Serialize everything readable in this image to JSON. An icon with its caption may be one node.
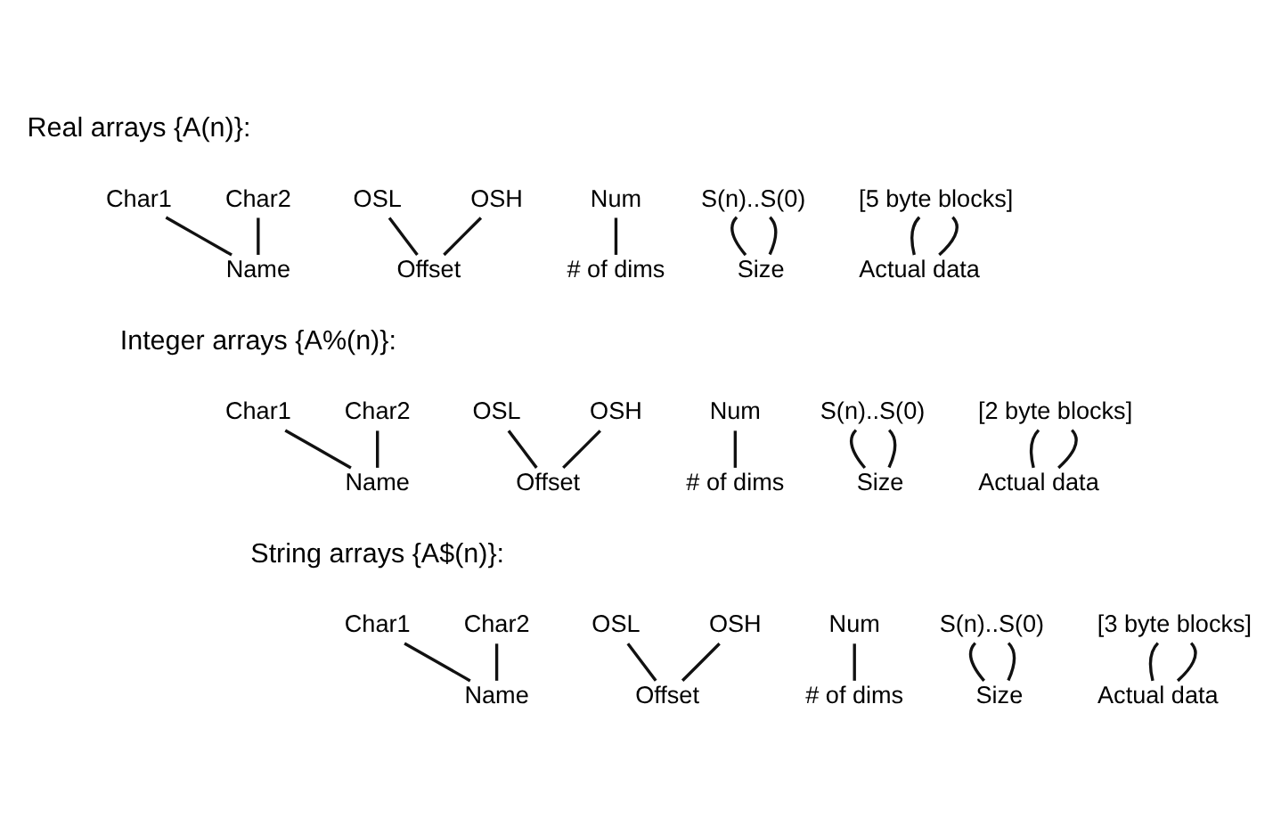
{
  "diagram": {
    "nodes": [
      {
        "text": [
          "Char1"
        ]
      },
      {
        "text": [
          "Char2"
        ]
      },
      {
        "text": [
          "OSL"
        ]
      },
      {
        "text": [
          "OSH"
        ]
      },
      {
        "text": [
          "Num"
        ]
      },
      {
        "text": [
          "S(n)..S(0)"
        ]
      },
      {
        "text": [
          "[5 byte blocks]"
        ]
      },
      {
        "text": [
          "Name"
        ]
      },
      {
        "text": [
          "Offset"
        ]
      },
      {
        "text": [
          "# of dims"
        ]
      },
      {
        "text": [
          "Size"
        ]
      },
      {
        "text": [
          "Actual data"
        ]
      },
      {
        "text": [
          "Char1"
        ]
      },
      {
        "text": [
          "Char2"
        ]
      },
      {
        "text": [
          "OSL"
        ]
      },
      {
        "text": [
          "OSH"
        ]
      },
      {
        "text": [
          "Num"
        ]
      },
      {
        "text": [
          "S(n)..S(0)"
        ]
      },
      {
        "text": [
          "[2 byte blocks]"
        ]
      },
      {
        "text": [
          "Name"
        ]
      },
      {
        "text": [
          "Offset"
        ]
      },
      {
        "text": [
          "# of dims"
        ]
      },
      {
        "text": [
          "Size"
        ]
      },
      {
        "text": [
          "Actual data"
        ]
      },
      {
        "text": [
          "Char1"
        ]
      },
      {
        "text": [
          "Char2"
        ]
      },
      {
        "text": [
          "OSL"
        ]
      },
      {
        "text": [
          "OSH"
        ]
      },
      {
        "text": [
          "Num"
        ]
      },
      {
        "text": [
          "S(n)..S(0)"
        ]
      },
      {
        "text": [
          "[3 byte blocks]"
        ]
      },
      {
        "text": [
          "Name"
        ]
      },
      {
        "text": [
          "Offset"
        ]
      },
      {
        "text": [
          "# of dims"
        ]
      },
      {
        "text": [
          "Size"
        ]
      },
      {
        "text": [
          "Actual data"
        ]
      }
    ],
    "edges": [
      {
        "from": 0,
        "to": 7,
        "arrow": "none"
      },
      {
        "from": 1,
        "to": 7,
        "arrow": "none"
      },
      {
        "from": 2,
        "to": 8,
        "arrow": "none"
      },
      {
        "from": 3,
        "to": 8,
        "arrow": "none"
      },
      {
        "from": 4,
        "to": 9,
        "arrow": "none"
      },
      {
        "from": 5,
        "to": 10,
        "arrow": "none"
      },
      {
        "from": 5,
        "to": 10,
        "arrow": "none"
      },
      {
        "from": 6,
        "to": 11,
        "arrow": "none"
      },
      {
        "from": 6,
        "to": 11,
        "arrow": "none"
      },
      {
        "from": 12,
        "to": 19,
        "arrow": "none"
      },
      {
        "from": 13,
        "to": 19,
        "arrow": "none"
      },
      {
        "from": 14,
        "to": 20,
        "arrow": "none"
      },
      {
        "from": 15,
        "to": 20,
        "arrow": "none"
      },
      {
        "from": 16,
        "to": 21,
        "arrow": "none"
      },
      {
        "from": 17,
        "to": 22,
        "arrow": "none"
      },
      {
        "from": 17,
        "to": 22,
        "arrow": "none"
      },
      {
        "from": 18,
        "to": 23,
        "arrow": "none"
      },
      {
        "from": 18,
        "to": 23,
        "arrow": "none"
      },
      {
        "from": 24,
        "to": 31,
        "arrow": "none"
      },
      {
        "from": 25,
        "to": 31,
        "arrow": "none"
      },
      {
        "from": 26,
        "to": 32,
        "arrow": "none"
      },
      {
        "from": 27,
        "to": 32,
        "arrow": "none"
      },
      {
        "from": 28,
        "to": 33,
        "arrow": "none"
      },
      {
        "from": 29,
        "to": 34,
        "arrow": "none"
      },
      {
        "from": 29,
        "to": 34,
        "arrow": "none"
      },
      {
        "from": 30,
        "to": 35,
        "arrow": "none"
      },
      {
        "from": 30,
        "to": 35,
        "arrow": "none"
      }
    ],
    "labels": [
      "Real arrays {A(n)}:",
      "Integer arrays {A%(n)}:",
      "String arrays {A$(n)}:"
    ]
  }
}
